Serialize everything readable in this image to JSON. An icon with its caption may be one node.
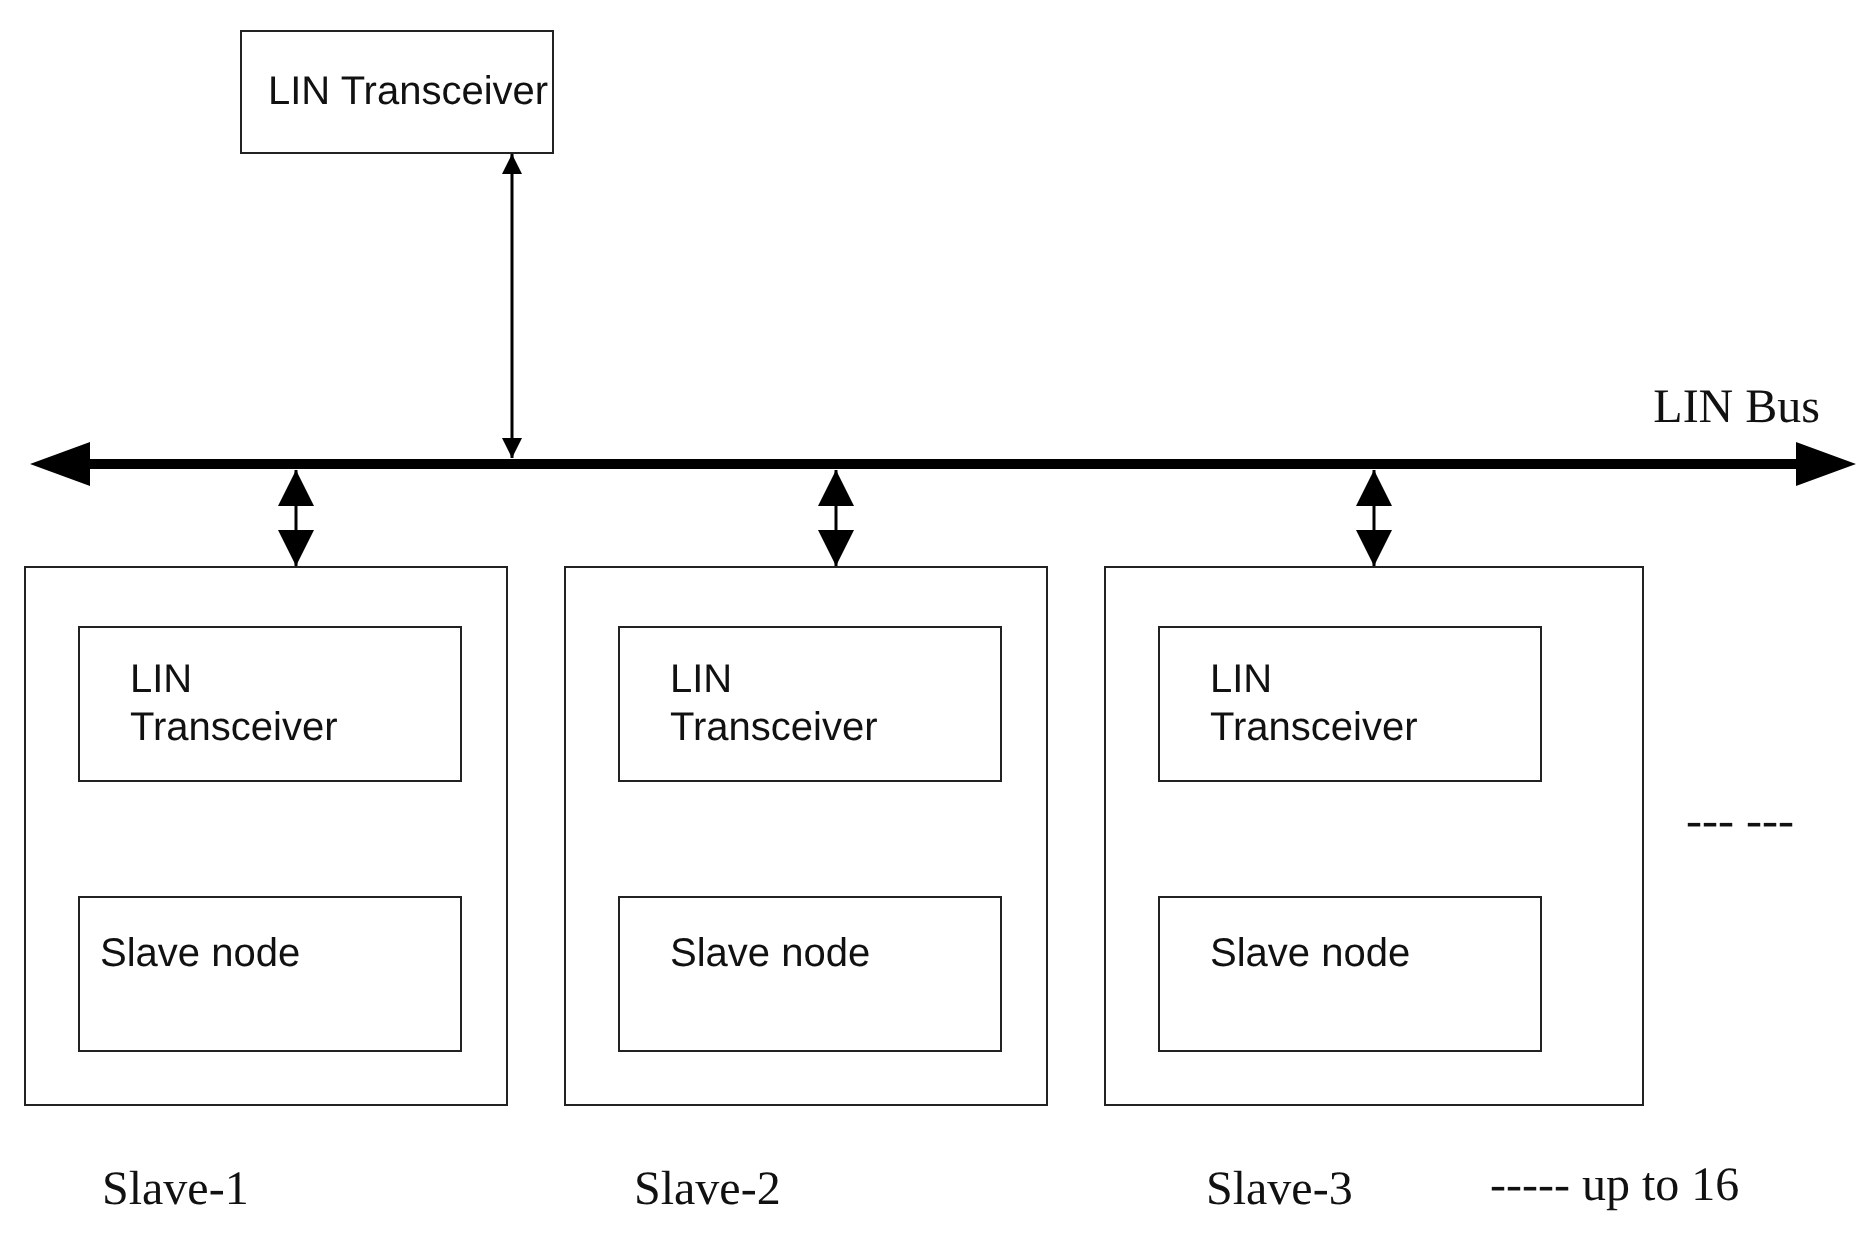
{
  "diagram": {
    "nodes": [
      {
        "text": [
          "LIN Transceiver"
        ]
      },
      {
        "text": [
          "LIN Bus"
        ]
      },
      {
        "text": [
          "Slave-1"
        ]
      },
      {
        "text": [
          "LIN Transceiver"
        ],
        "in": 2
      },
      {
        "text": [
          "Slave node"
        ],
        "in": 2
      },
      {
        "text": [
          "Slave-2"
        ]
      },
      {
        "text": [
          "LIN Transceiver"
        ],
        "in": 5
      },
      {
        "text": [
          "Slave node"
        ],
        "in": 5
      },
      {
        "text": [
          "Slave-3"
        ]
      },
      {
        "text": [
          "LIN Transceiver"
        ],
        "in": 8
      },
      {
        "text": [
          "Slave node"
        ],
        "in": 8
      }
    ],
    "edges": [
      {
        "from": 0,
        "to": 1,
        "arrow": "both"
      },
      {
        "from": 1,
        "to": 2,
        "arrow": "both"
      },
      {
        "from": 1,
        "to": 5,
        "arrow": "both"
      },
      {
        "from": 1,
        "to": 8,
        "arrow": "both"
      }
    ],
    "labels": [
      "--- ---",
      "----- up to 16"
    ]
  }
}
